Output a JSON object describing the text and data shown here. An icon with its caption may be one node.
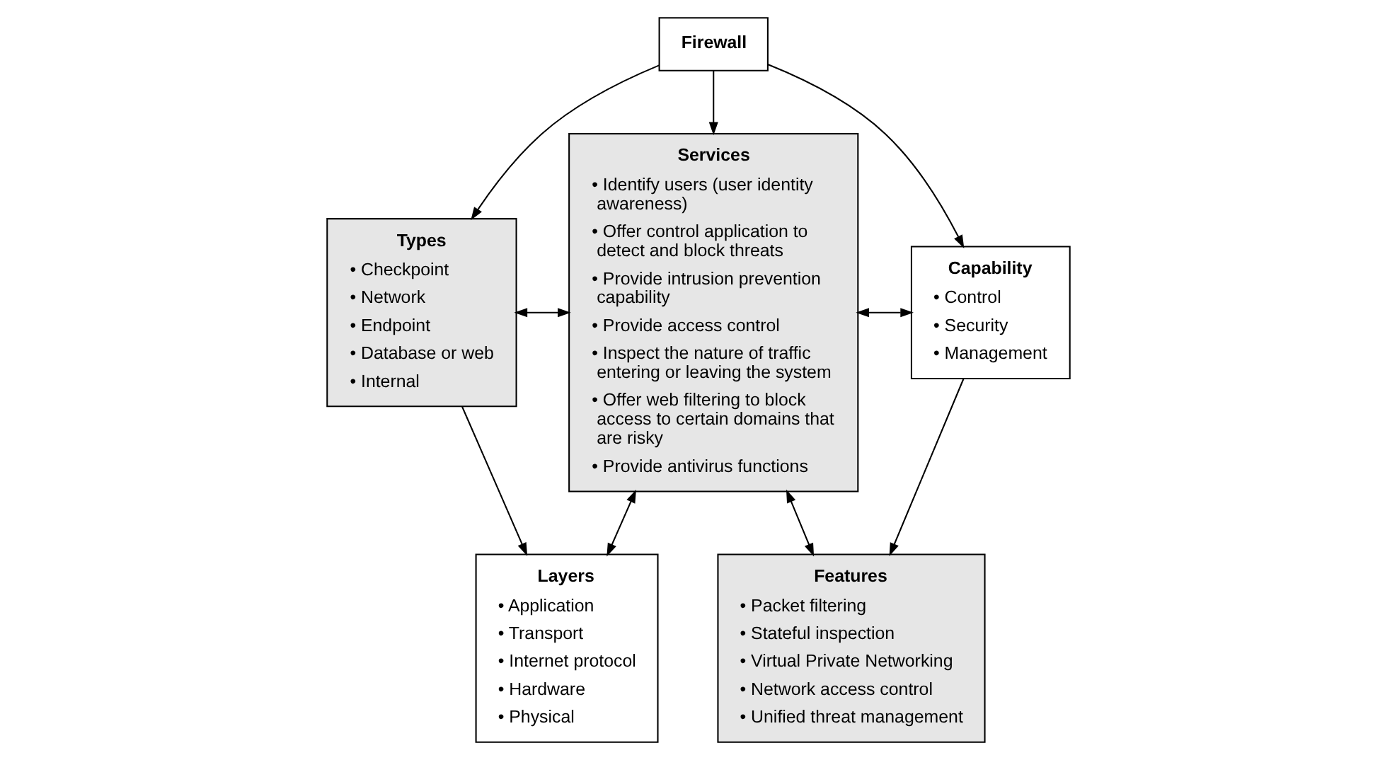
{
  "diagram": {
    "nodes": [
      {
        "text": [
          "Firewall"
        ]
      },
      {
        "text": [
          "Types",
          "• Checkpoint",
          "• Network",
          "• Endpoint",
          "• Database or web",
          "• Internal"
        ]
      },
      {
        "text": [
          "Services",
          "• Identify users (user identity awareness)",
          "• Offer control application to detect and block threats",
          "• Provide intrusion prevention capability",
          "• Provide access control",
          "• Inspect the nature of traffic entering or leaving the system",
          "• Offer web filtering to block access to certain domains that are risky",
          "• Provide antivirus functions"
        ]
      },
      {
        "text": [
          "Capability",
          "• Control",
          "• Security",
          "• Management"
        ]
      },
      {
        "text": [
          "Layers",
          "• Application",
          "• Transport",
          "• Internet protocol",
          "• Hardware",
          "• Physical"
        ]
      },
      {
        "text": [
          "Features",
          "• Packet filtering",
          "• Stateful inspection",
          "• Virtual Private Networking",
          "• Network access control",
          "• Unified threat management"
        ]
      }
    ],
    "edges": [
      {
        "from": 0,
        "to": 1,
        "arrow": "to"
      },
      {
        "from": 0,
        "to": 2,
        "arrow": "to"
      },
      {
        "from": 0,
        "to": 3,
        "arrow": "to"
      },
      {
        "from": 1,
        "to": 2,
        "arrow": "both"
      },
      {
        "from": 2,
        "to": 3,
        "arrow": "both"
      },
      {
        "from": 1,
        "to": 4,
        "arrow": "to"
      },
      {
        "from": 3,
        "to": 5,
        "arrow": "to"
      },
      {
        "from": 4,
        "to": 2,
        "arrow": "both"
      },
      {
        "from": 2,
        "to": 5,
        "arrow": "both"
      }
    ]
  }
}
